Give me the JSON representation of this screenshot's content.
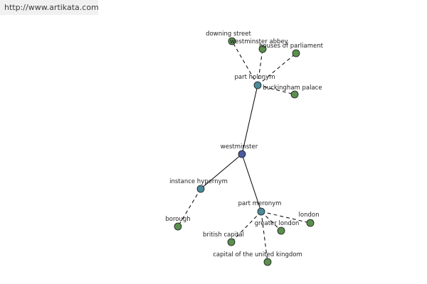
{
  "site": {
    "link_text": "http://www.artikata.com"
  },
  "colors": {
    "center_node": "#4c5aa0",
    "relation_node": "#4a8a9a",
    "term_node": "#5a8f4e",
    "node_stroke": "#1a1a1a",
    "edge": "#000000"
  },
  "graph": {
    "nodes": [
      {
        "id": "westminster",
        "label": "westminster",
        "kind": "center"
      },
      {
        "id": "part-holonym",
        "label": "part holonym",
        "kind": "relation"
      },
      {
        "id": "instance-hypernym",
        "label": "instance hypernym",
        "kind": "relation"
      },
      {
        "id": "part-meronym",
        "label": "part meronym",
        "kind": "relation"
      },
      {
        "id": "downing-street",
        "label": "downing street",
        "kind": "term"
      },
      {
        "id": "westminster-abbey",
        "label": "westminster abbey",
        "kind": "term"
      },
      {
        "id": "houses-of-parliament",
        "label": "houses of parliament",
        "kind": "term"
      },
      {
        "id": "buckingham-palace",
        "label": "buckingham palace",
        "kind": "term"
      },
      {
        "id": "borough",
        "label": "borough",
        "kind": "term"
      },
      {
        "id": "london",
        "label": "london",
        "kind": "term"
      },
      {
        "id": "greater-london",
        "label": "greater london",
        "kind": "term"
      },
      {
        "id": "british-capital",
        "label": "british capital",
        "kind": "term"
      },
      {
        "id": "capital-of-the-united-kingdom",
        "label": "capital of the united kingdom",
        "kind": "term"
      }
    ],
    "edges": [
      {
        "from": "westminster",
        "to": "part-holonym",
        "style": "solid"
      },
      {
        "from": "westminster",
        "to": "instance-hypernym",
        "style": "solid"
      },
      {
        "from": "westminster",
        "to": "part-meronym",
        "style": "solid"
      },
      {
        "from": "part-holonym",
        "to": "downing-street",
        "style": "dashed"
      },
      {
        "from": "part-holonym",
        "to": "westminster-abbey",
        "style": "dashed"
      },
      {
        "from": "part-holonym",
        "to": "houses-of-parliament",
        "style": "dashed"
      },
      {
        "from": "part-holonym",
        "to": "buckingham-palace",
        "style": "dashed"
      },
      {
        "from": "instance-hypernym",
        "to": "borough",
        "style": "dashed"
      },
      {
        "from": "part-meronym",
        "to": "london",
        "style": "dashed"
      },
      {
        "from": "part-meronym",
        "to": "greater-london",
        "style": "dashed"
      },
      {
        "from": "part-meronym",
        "to": "british-capital",
        "style": "dashed"
      },
      {
        "from": "part-meronym",
        "to": "capital-of-the-united-kingdom",
        "style": "dashed"
      }
    ]
  }
}
